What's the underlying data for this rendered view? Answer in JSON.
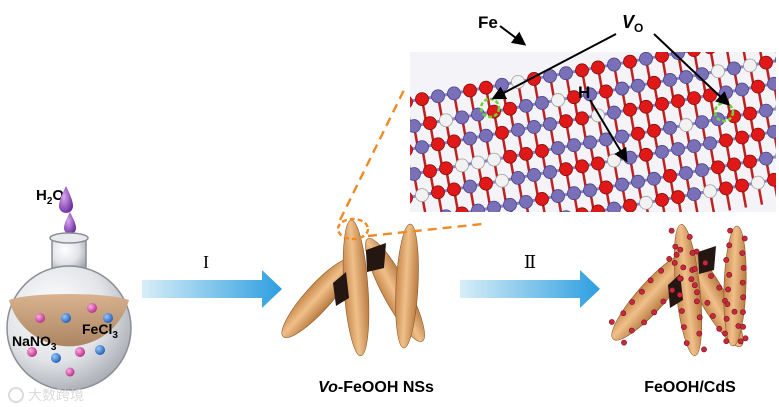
{
  "colors": {
    "background": "#ffffff",
    "nanosheet": "#e0a868",
    "nanosheet_shade": "#c08448",
    "nanosheet_dark": "#2a1a10",
    "arrow": "#3aa8e0",
    "arrow_light": "#cfeaf8",
    "dashed_zoom": "#f08a24",
    "fe_atom": "#7a70b8",
    "o_atom": "#e01818",
    "h_atom": "#f2f2f2",
    "vacancy": "#6ed43a",
    "cds_dot": "#c8283c",
    "flask_glass": "#d8dade",
    "solution": "#c8a07a",
    "droplet": "#8a3fb8",
    "na_ion": "#d84aa8",
    "fe_ion": "#2e7ad8"
  },
  "flask": {
    "water_label": "H",
    "water_sub": "2",
    "water_tail": "O",
    "reagent1_main": "NaNO",
    "reagent1_sub": "3",
    "reagent2_main": "FeCl",
    "reagent2_sub": "3"
  },
  "steps": {
    "step1": "I",
    "step2": "Ⅱ"
  },
  "products": {
    "vo_prefix": "Vo",
    "vo_rest": "-FeOOH NSs",
    "composite": "FeOOH/CdS"
  },
  "structure": {
    "fe_label": "Fe",
    "vo_main": "V",
    "vo_sub": "O",
    "h_label": "H"
  },
  "watermark": {
    "text": "大数跨境"
  }
}
